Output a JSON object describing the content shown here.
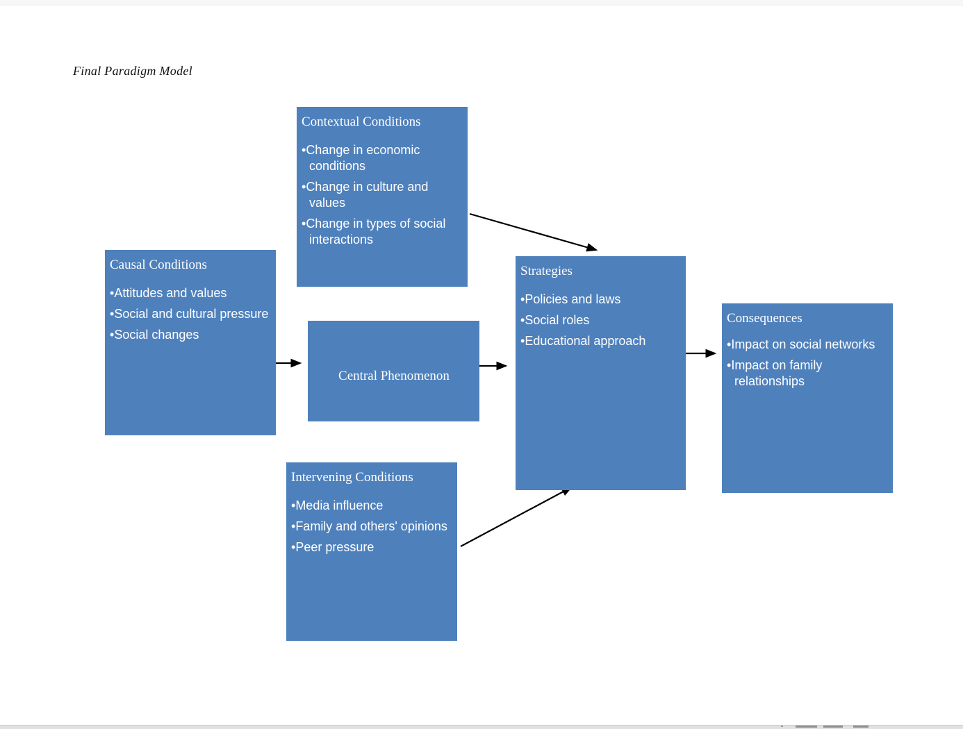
{
  "page": {
    "title": "Final Paradigm Model"
  },
  "colors": {
    "box_fill": "#4E80BC",
    "box_text": "#FFFFFF",
    "arrow": "#000000",
    "top_strip": "#F7F7F8",
    "bottom_strip": "#E1E1E1"
  },
  "diagram": {
    "nodes": [
      {
        "id": "contextual-conditions",
        "title": "Contextual Conditions",
        "bullets": [
          "Change in economic conditions",
          "Change in culture and values",
          "Change in types of social interactions"
        ]
      },
      {
        "id": "causal-conditions",
        "title": "Causal Conditions",
        "bullets": [
          "Attitudes and values",
          "Social and cultural pressure",
          "Social changes"
        ]
      },
      {
        "id": "central-phenomenon",
        "title": "Central Phenomenon",
        "bullets": []
      },
      {
        "id": "strategies",
        "title": "Strategies",
        "bullets": [
          "Policies and laws",
          "Social roles",
          "Educational approach"
        ]
      },
      {
        "id": "consequences",
        "title": "Consequences",
        "bullets": [
          "Impact on social networks",
          "Impact on family relationships"
        ]
      },
      {
        "id": "intervening-conditions",
        "title": "Intervening Conditions",
        "bullets": [
          "Media influence",
          "Family and others' opinions",
          "Peer pressure"
        ]
      }
    ],
    "edges": [
      {
        "from": "contextual-conditions",
        "to": "strategies"
      },
      {
        "from": "causal-conditions",
        "to": "central-phenomenon"
      },
      {
        "from": "central-phenomenon",
        "to": "strategies"
      },
      {
        "from": "strategies",
        "to": "consequences"
      },
      {
        "from": "intervening-conditions",
        "to": "strategies"
      }
    ]
  }
}
